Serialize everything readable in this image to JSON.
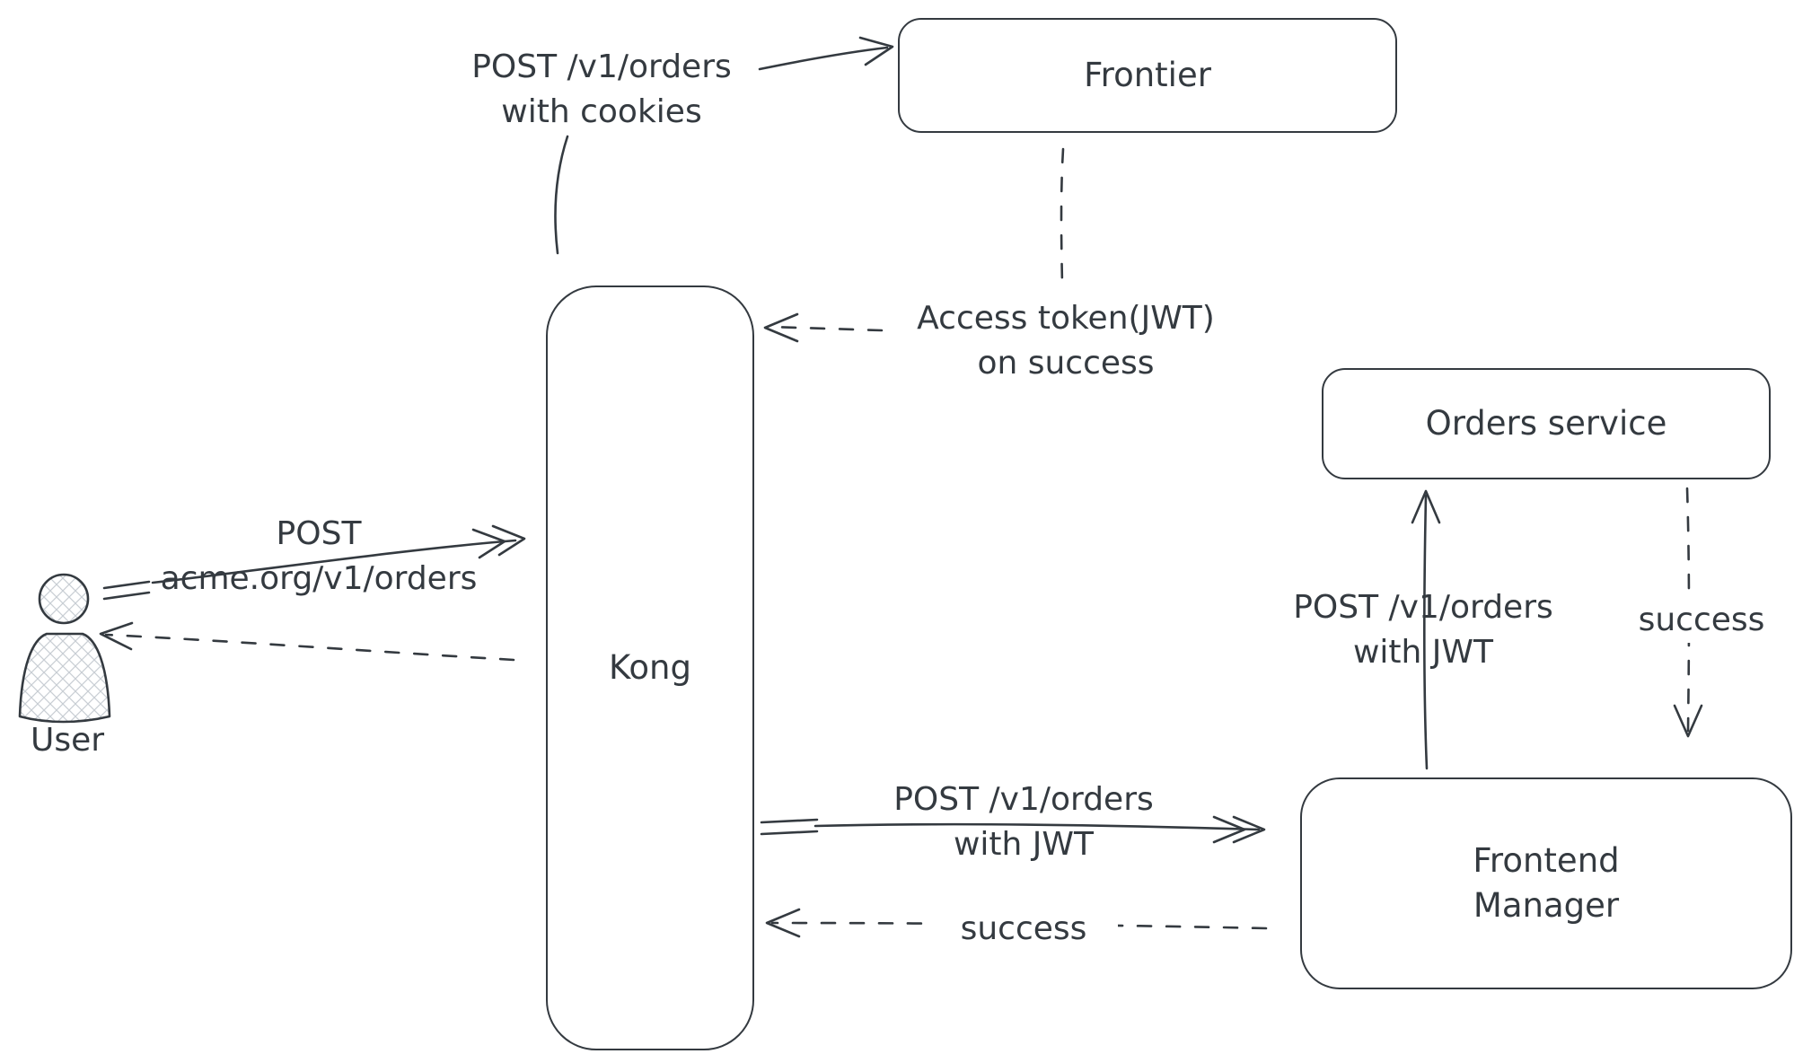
{
  "diagram": {
    "background": "#ffffff",
    "stroke_color": "#343a40",
    "text_color": "#343a40",
    "hatch_color": "#c8cdd3"
  },
  "nodes": {
    "frontier": {
      "label": "Frontier"
    },
    "kong": {
      "label": "Kong"
    },
    "orders_service": {
      "label": "Orders service"
    },
    "frontend_manager": {
      "label": "Frontend\nManager"
    }
  },
  "actor": {
    "label": "User"
  },
  "edge_labels": {
    "post_orders_cookies": "POST /v1/orders\nwith cookies",
    "access_token": "Access token(JWT)\non success",
    "post_acme": "POST\nacme.org/v1/orders",
    "kong_to_frontend": "POST /v1/orders\nwith JWT",
    "frontend_to_kong_success": "success",
    "frontend_to_orders": "POST /v1/orders\nwith JWT",
    "orders_to_frontend_success": "success"
  }
}
